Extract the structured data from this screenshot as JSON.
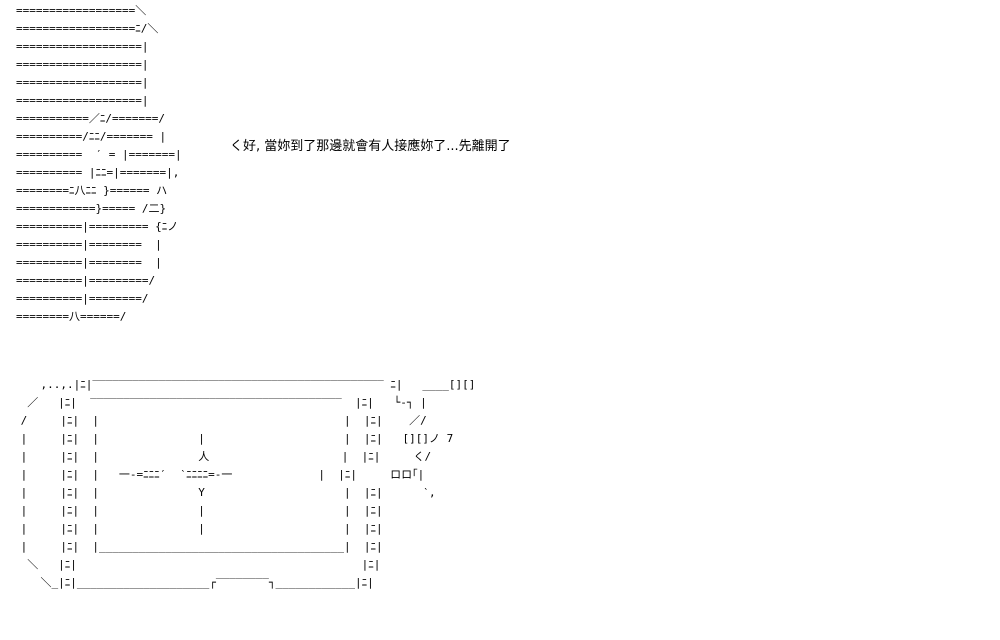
{
  "art": {
    "top": [
      "==================＼",
      "==================ﾆ/＼",
      "===================|",
      "===================|",
      "===================|",
      "===================|",
      "===========／ﾆ/=======/",
      "==========/ﾆﾆ/======= |",
      "==========  ′ = |=======|",
      "========== |ﾆﾆ=|=======|,",
      "========ﾆ八ﾆﾆ }====== ハ",
      "============}===== /二}",
      "==========|========= {ﾆノ",
      "==========|========  |",
      "==========|========  |",
      "==========|=========/",
      "==========|========/",
      "========八======/"
    ],
    "bottom": [
      "    ,..,.|ﾆ|‾‾‾‾‾‾‾‾‾‾‾‾‾‾‾‾‾‾‾‾‾‾‾‾‾‾‾‾‾‾‾‾‾‾‾‾‾‾‾‾‾‾‾‾ ﾆ|   ____[][]",
      "  ／   |ﾆ|  ‾‾‾‾‾‾‾‾‾‾‾‾‾‾‾‾‾‾‾‾‾‾‾‾‾‾‾‾‾‾‾‾‾‾‾‾‾‾  |ﾆ|   └-┐ |",
      " /     |ﾆ|  |                                     |  |ﾆ|    ／/",
      " |     |ﾆ|  |               |                     |  |ﾆ|   [][]ノ 7",
      " |     |ﾆ|  |               人                    |  |ﾆ|     く/",
      " |     |ﾆ|  |   一-=ﾆﾆﾆ′  ‵ﾆﾆﾆﾆ=-一             |  |ﾆ|     ロロ｢|",
      " |     |ﾆ|  |               Y                     |  |ﾆ|      ‵,",
      " |     |ﾆ|  |               |                     |  |ﾆ|",
      " |     |ﾆ|  |               |                     |  |ﾆ|",
      " |     |ﾆ|  |_____________________________________|  |ﾆ|",
      "  ＼   |ﾆ|                                           |ﾆ|",
      "    ＼_|ﾆ|____________________┌‾‾‾‾‾‾‾‾┐____________|ﾆ|"
    ]
  },
  "speech": {
    "text": "く好, 當妳到了那邊就會有人接應妳了...先離開了"
  }
}
